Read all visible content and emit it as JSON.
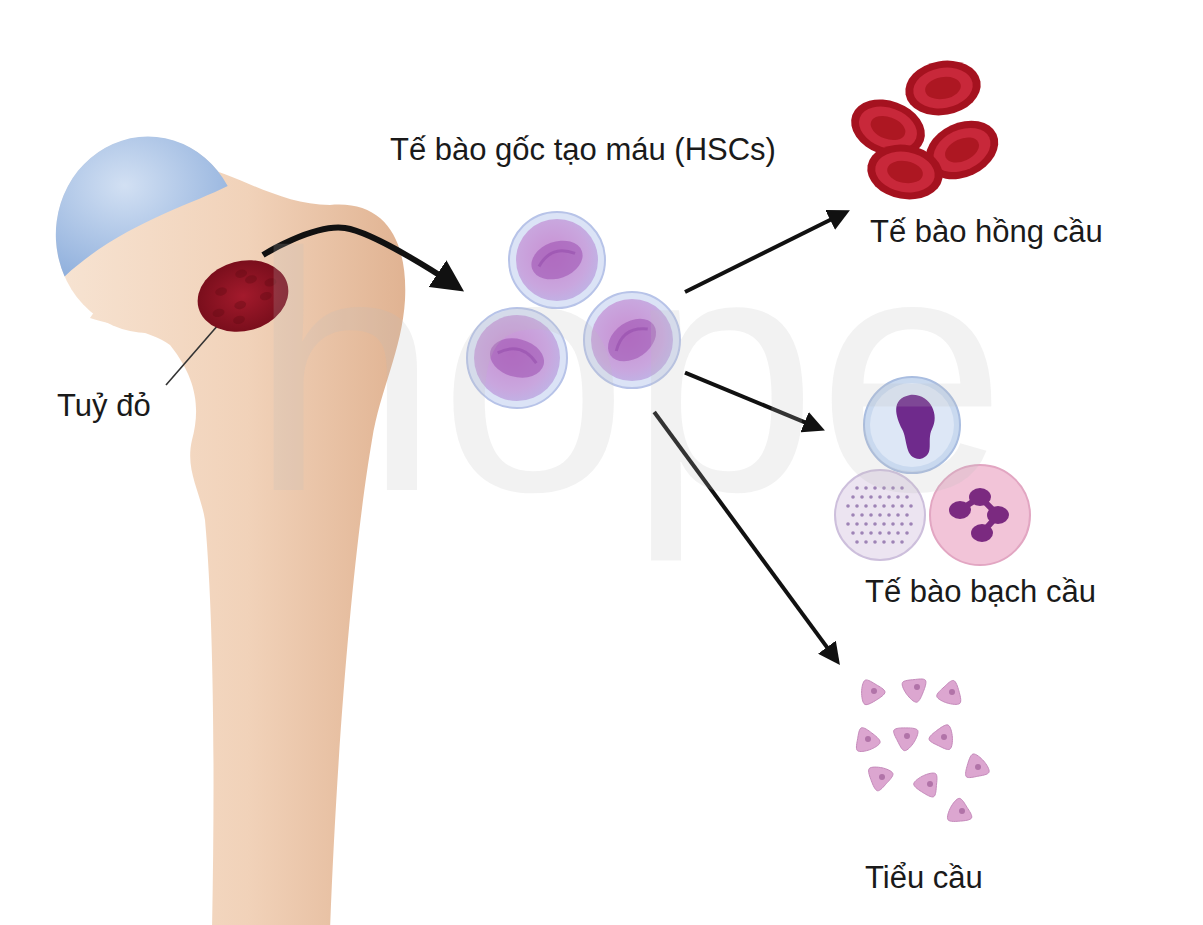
{
  "diagram": {
    "nodes": [
      {
        "text": [
          "Tuỷ đỏ"
        ]
      },
      {
        "text": [
          "Tế bào gốc tạo máu (HSCs)"
        ]
      },
      {
        "text": [
          "Tế bào hồng cầu"
        ]
      },
      {
        "text": [
          "Tế bào bạch cầu"
        ]
      },
      {
        "text": [
          "Tiểu cầu"
        ]
      }
    ],
    "edges": [
      {
        "from": 0,
        "to": 1,
        "arrow": "to"
      },
      {
        "from": 1,
        "to": 2,
        "arrow": "to"
      },
      {
        "from": 1,
        "to": 3,
        "arrow": "to"
      },
      {
        "from": 1,
        "to": 4,
        "arrow": "to"
      }
    ],
    "labels": [
      "hope"
    ]
  }
}
